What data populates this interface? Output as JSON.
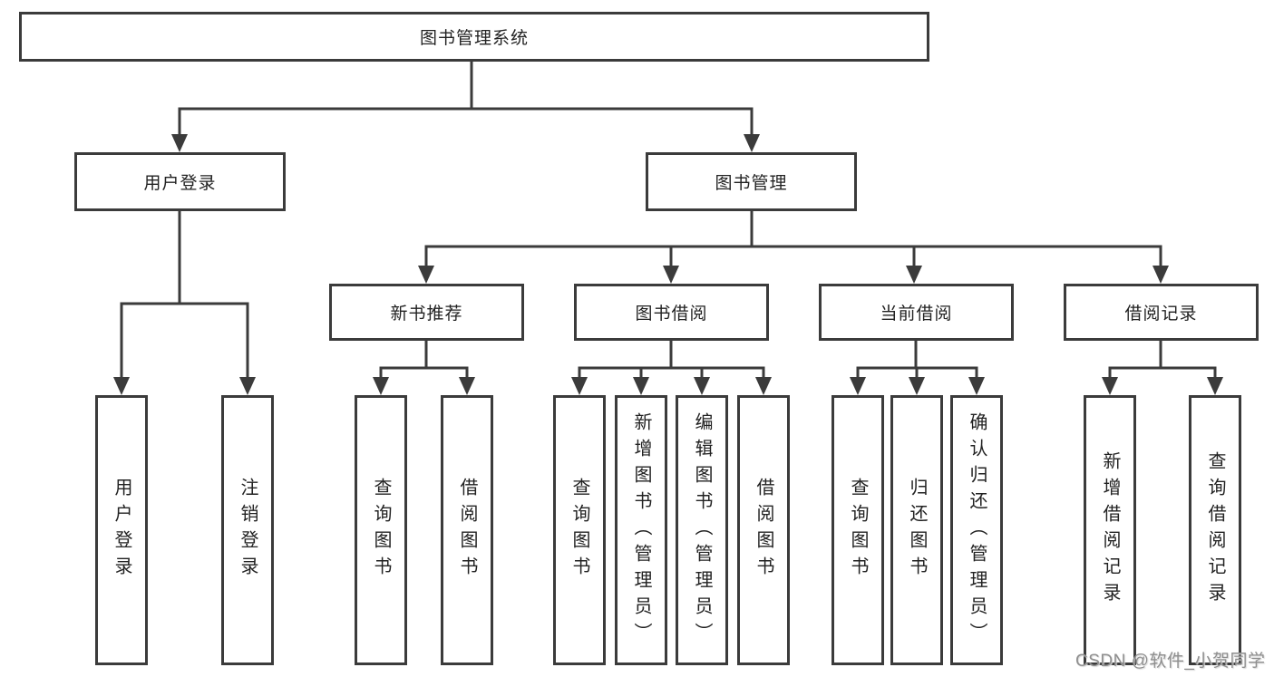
{
  "nodes": {
    "root": "图书管理系统",
    "user_login": "用户登录",
    "book_management": "图书管理",
    "leaf_user_login": "用户登录",
    "leaf_logout": "注销登录",
    "new_book_recommend": "新书推荐",
    "book_borrow": "图书借阅",
    "current_borrow": "当前借阅",
    "borrow_records": "借阅记录",
    "nbr_query_books": "查询图书",
    "nbr_borrow_books": "借阅图书",
    "bb_query_books": "查询图书",
    "bb_add_books_admin": "新增图书（管理员）",
    "bb_edit_books_admin": "编辑图书（管理员）",
    "bb_borrow_books": "借阅图书",
    "cb_query_books": "查询图书",
    "cb_return_books": "归还图书",
    "cb_confirm_return_admin": "确认归还（管理员）",
    "br_add_record": "新增借阅记录",
    "br_query_record": "查询借阅记录"
  },
  "watermark": "CSDN @软件_小贺同学",
  "colors": {
    "line": "#3b3b3b",
    "box_border": "#3b3b3b",
    "text": "#222222",
    "watermark": "#8f8f8f",
    "background": "#ffffff"
  }
}
